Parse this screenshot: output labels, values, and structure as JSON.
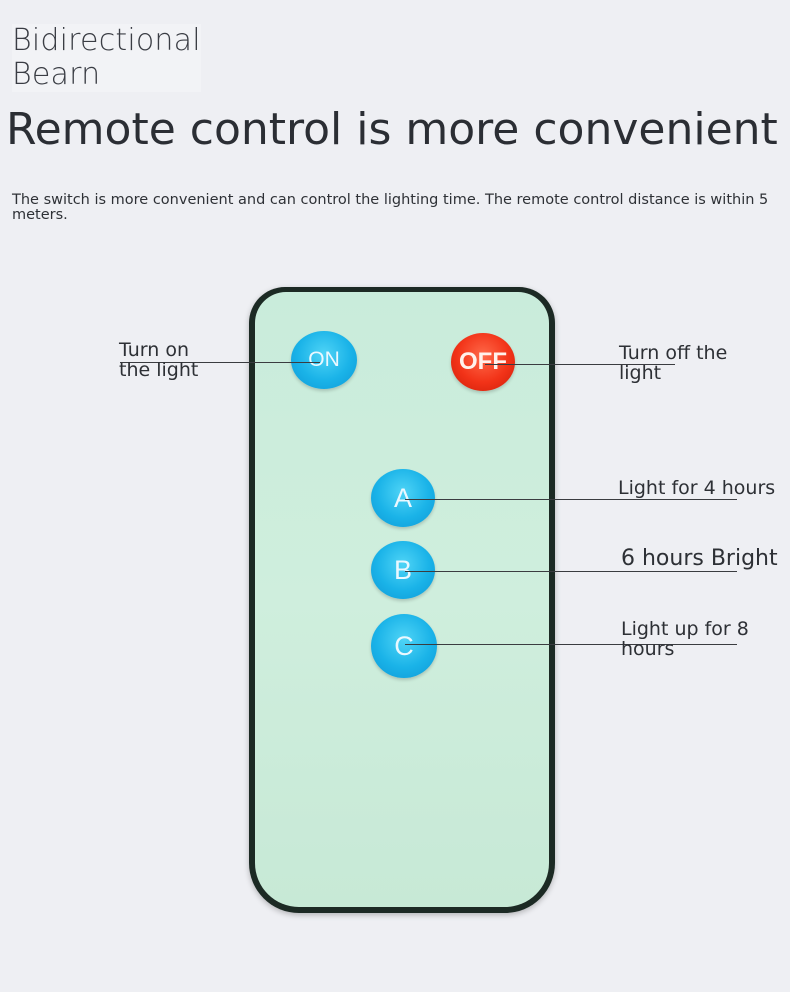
{
  "brand": {
    "line1": "Bidirectional",
    "line2": "Bearn"
  },
  "headline": "Remote control is more convenient",
  "description": "The switch is more convenient and can control the lighting time. The remote control distance is within 5 meters.",
  "remote": {
    "buttons": {
      "on": "ON",
      "off": "OFF",
      "a": "A",
      "b": "B",
      "c": "C"
    }
  },
  "callouts": {
    "on": {
      "line1": "Turn on",
      "line2": "the light"
    },
    "off": {
      "line1": "Turn off the",
      "line2": "light"
    },
    "a": "Light for 4 hours",
    "b": "6 hours Bright",
    "c": {
      "line1": "Light up for 8",
      "line2": "hours"
    }
  },
  "colors": {
    "background": "#eeeff3",
    "remote_face": "#cfeedd",
    "remote_body": "#1c2a24",
    "blue_button": "#1ab3e8",
    "red_button": "#f23318"
  }
}
